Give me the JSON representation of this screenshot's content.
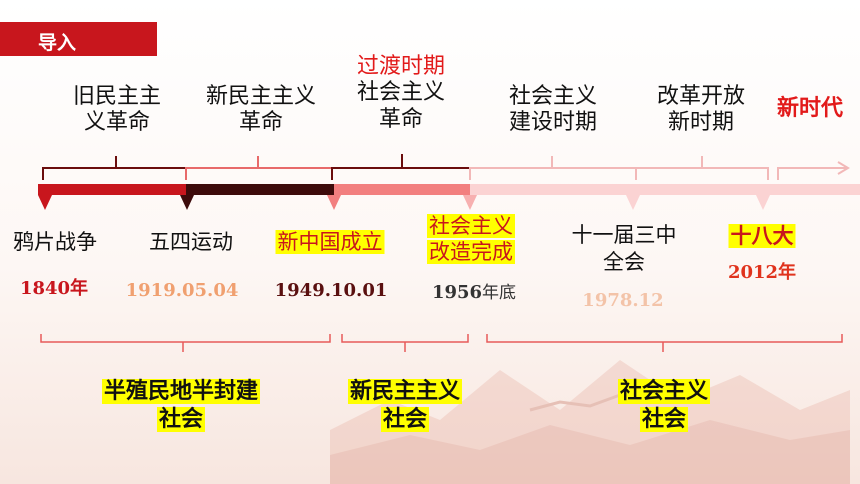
{
  "header": {
    "title": "导入"
  },
  "accent_red": "#c8161d",
  "eras": [
    {
      "lines": [
        "旧民主主",
        "义革命"
      ]
    },
    {
      "lines": [
        "新民主主义",
        "革命"
      ]
    },
    {
      "note": "过渡时期",
      "lines": [
        "社会主义",
        "革命"
      ]
    },
    {
      "lines": [
        "社会主义",
        "建设时期"
      ]
    },
    {
      "lines": [
        "改革开放",
        "新时期"
      ]
    },
    {
      "lines": [
        "新时代"
      ]
    }
  ],
  "events": [
    {
      "name": "鸦片战争",
      "year": "1840年"
    },
    {
      "name": "五四运动",
      "year": "1919.05.04"
    },
    {
      "name": "新中国成立",
      "year": "1949.10.01"
    },
    {
      "name_lines": [
        "社会主义",
        "改造完成"
      ],
      "year_num": "1956",
      "year_suffix": "年底"
    },
    {
      "name_lines": [
        "十一届三中",
        "全会"
      ],
      "year": "1978.12"
    },
    {
      "name": "十八大",
      "year": "2012年"
    }
  ],
  "societies": [
    {
      "lines": [
        "半殖民地半封建",
        "社会"
      ]
    },
    {
      "lines": [
        "新民主主义",
        "社会"
      ]
    },
    {
      "lines": [
        "社会主义",
        "社会"
      ]
    }
  ]
}
